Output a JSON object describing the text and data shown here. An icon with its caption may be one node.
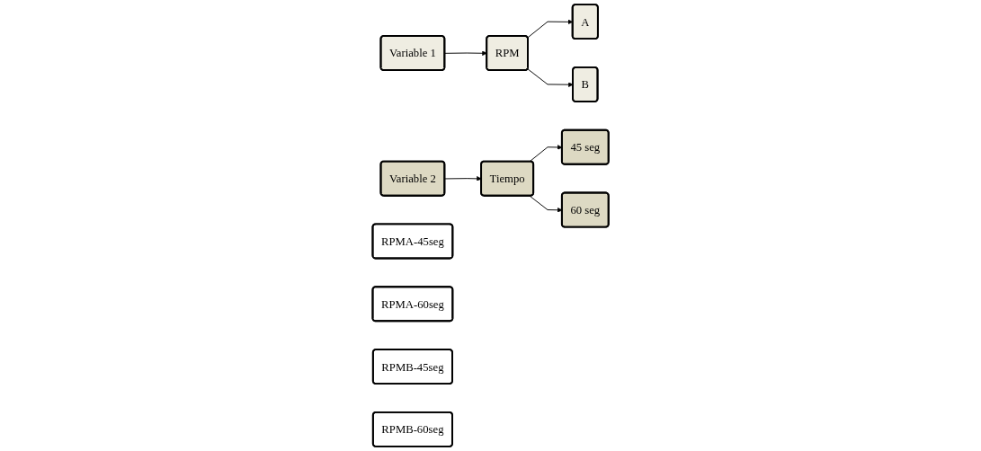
{
  "diagram": {
    "nodes": [
      {
        "text": [
          "Variable 1"
        ]
      },
      {
        "text": [
          "RPM"
        ]
      },
      {
        "text": [
          "A"
        ]
      },
      {
        "text": [
          "B"
        ]
      },
      {
        "text": [
          "Variable 2"
        ]
      },
      {
        "text": [
          "Tiempo"
        ]
      },
      {
        "text": [
          "45 seg"
        ]
      },
      {
        "text": [
          "60 seg"
        ]
      },
      {
        "text": [
          "RPMA-45seg"
        ]
      },
      {
        "text": [
          "RPMA-60seg"
        ]
      },
      {
        "text": [
          "RPMB-45seg"
        ]
      },
      {
        "text": [
          "RPMB-60seg"
        ]
      }
    ],
    "edges": [
      {
        "from": 0,
        "to": 1,
        "arrow": "to"
      },
      {
        "from": 1,
        "to": 2,
        "arrow": "to"
      },
      {
        "from": 1,
        "to": 3,
        "arrow": "to"
      },
      {
        "from": 4,
        "to": 5,
        "arrow": "to"
      },
      {
        "from": 5,
        "to": 6,
        "arrow": "to"
      },
      {
        "from": 5,
        "to": 7,
        "arrow": "to"
      }
    ]
  }
}
